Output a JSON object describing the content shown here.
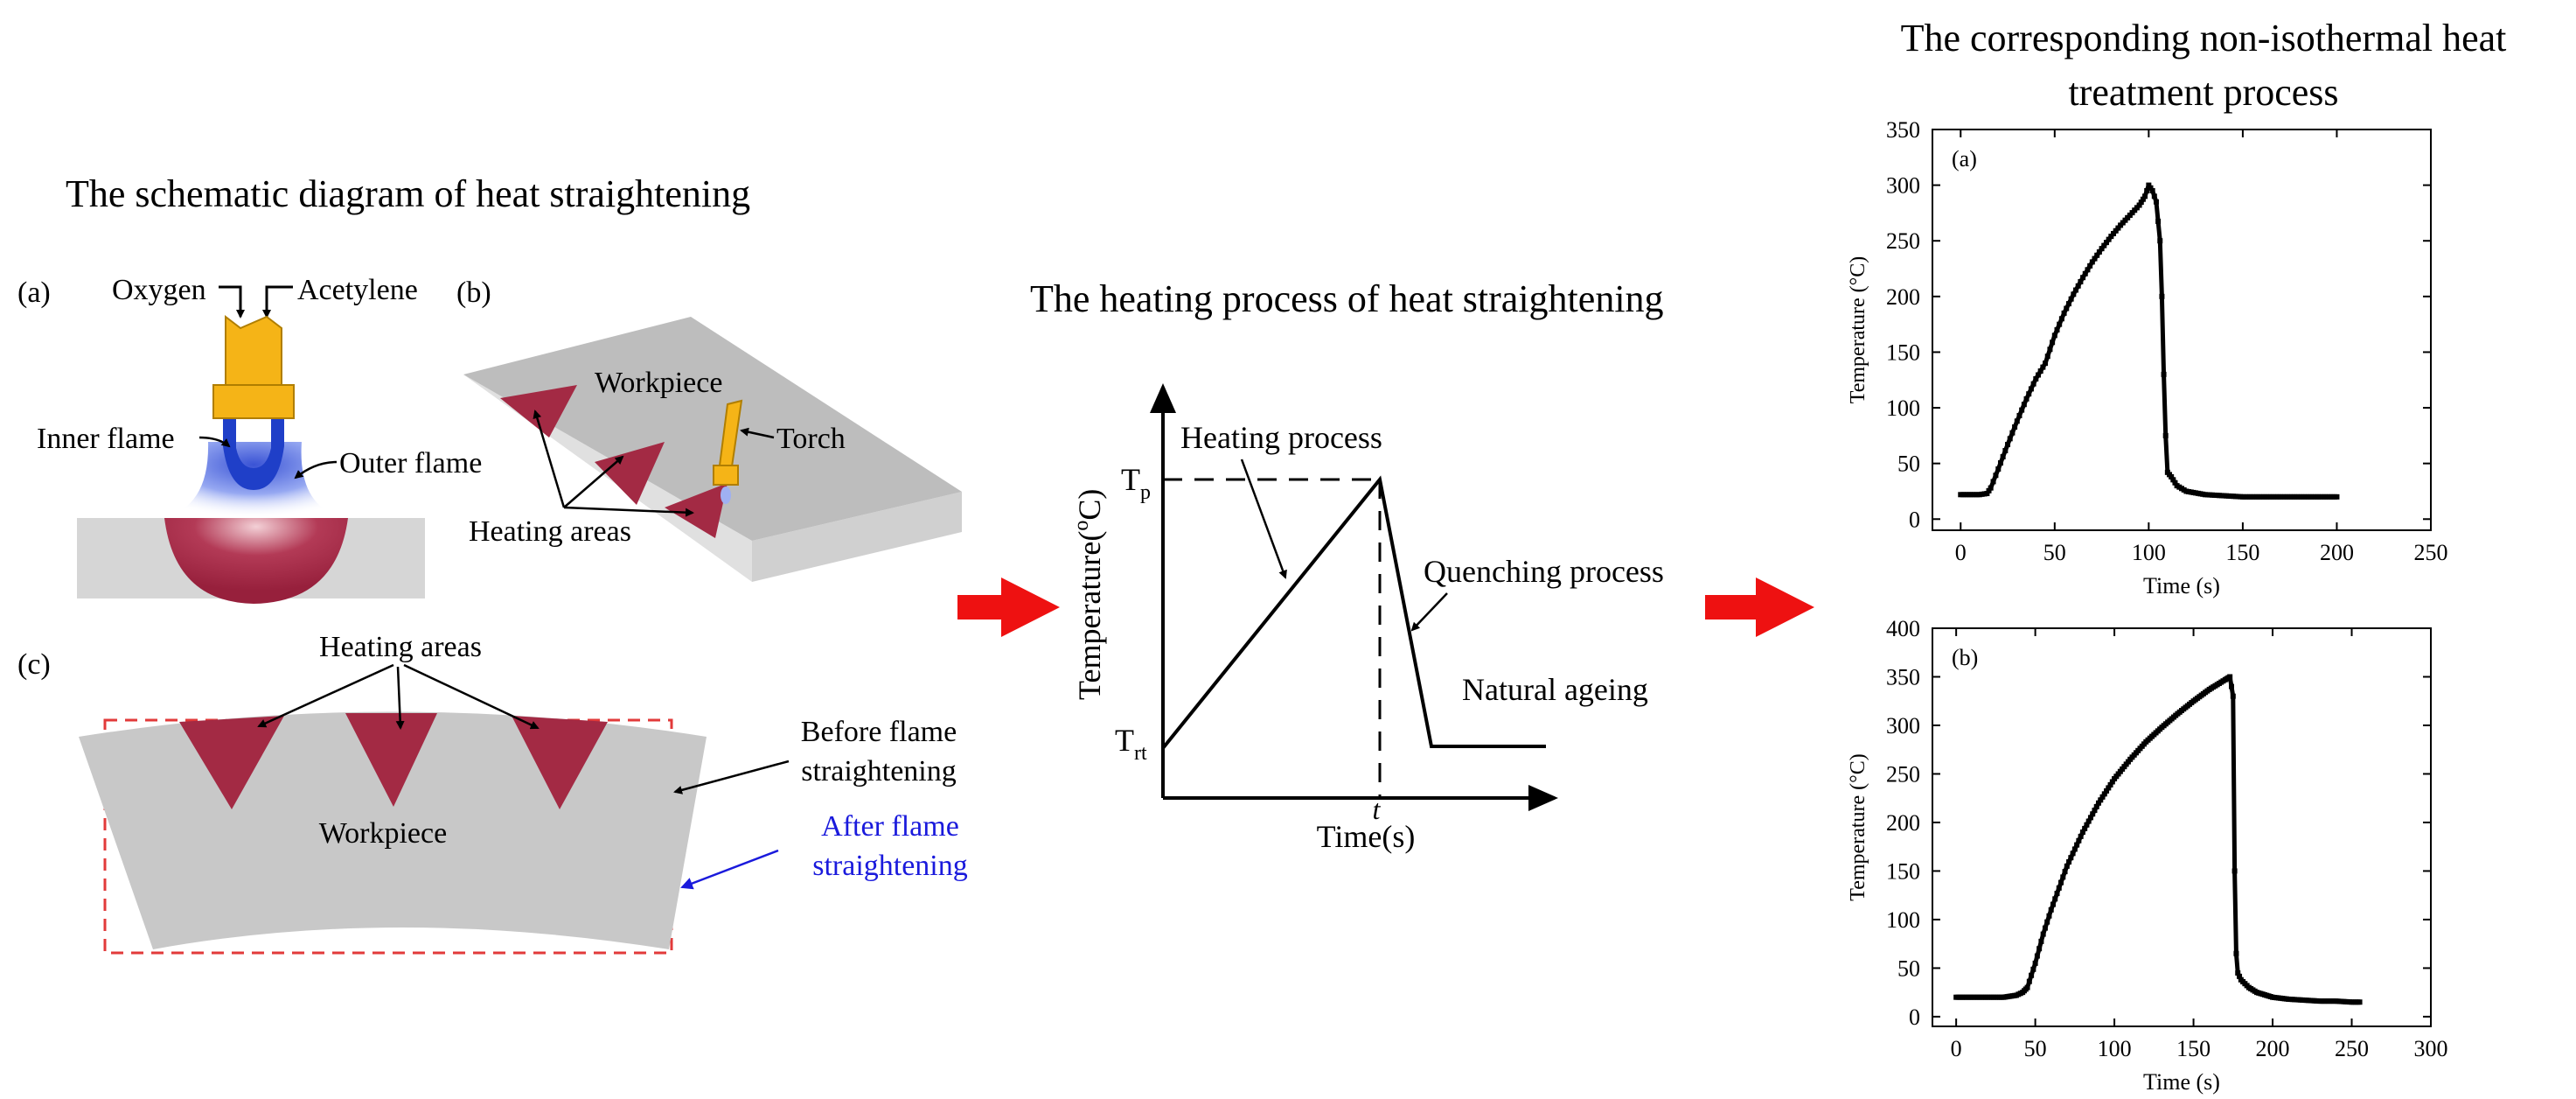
{
  "titles": {
    "schematic": "The schematic diagram of heat straightening",
    "heating": "The heating process of heat straightening",
    "treatment_line1": "The corresponding non-isothermal heat",
    "treatment_line2": "treatment process"
  },
  "panel_a": {
    "tag": "(a)",
    "oxygen": "Oxygen",
    "acetylene": "Acetylene",
    "inner_flame": "Inner flame",
    "outer_flame": "Outer flame"
  },
  "panel_b": {
    "tag": "(b)",
    "workpiece": "Workpiece",
    "torch": "Torch",
    "heating_areas": "Heating areas"
  },
  "panel_c": {
    "tag": "(c)",
    "heating_areas": "Heating areas",
    "workpiece": "Workpiece",
    "before_line1": "Before flame",
    "before_line2": "straightening",
    "after_line1": "After flame",
    "after_line2": "straightening"
  },
  "process": {
    "ylabel": "Temperature(",
    "ylabel_deg": "o",
    "ylabel_end": "C)",
    "xlabel": "Time(s)",
    "tp_main": "T",
    "tp_sub": "p",
    "trt_main": "T",
    "trt_sub": "rt",
    "t_mark": "t",
    "heating": "Heating process",
    "quenching": "Quenching process",
    "ageing": "Natural ageing"
  },
  "colors": {
    "heat_area": "#a32a44",
    "torch": "#f5b417",
    "flame_inner": "#1f3fc8",
    "workpiece": "#c8c8c8",
    "arrow": "#ee1111",
    "after": "#1a1adc",
    "dash_box": "#e23a3a"
  },
  "chart_data": [
    {
      "type": "scatter",
      "panel": "(a)",
      "xlabel": "Time (s)",
      "ylabel": "Temperature (°C)",
      "xlim": [
        -15,
        250
      ],
      "ylim": [
        -10,
        350
      ],
      "xticks": [
        0,
        50,
        100,
        150,
        200,
        250
      ],
      "yticks": [
        0,
        50,
        100,
        150,
        200,
        250,
        300,
        350
      ],
      "x": [
        0,
        5,
        10,
        14,
        16,
        20,
        25,
        30,
        35,
        40,
        45,
        50,
        55,
        60,
        65,
        70,
        75,
        80,
        85,
        90,
        95,
        98,
        100,
        102,
        104,
        106,
        107,
        108,
        109,
        110,
        112,
        115,
        120,
        130,
        140,
        150,
        160,
        170,
        180,
        190,
        200
      ],
      "y": [
        22,
        22,
        22,
        23,
        28,
        45,
        67,
        88,
        108,
        126,
        140,
        165,
        185,
        202,
        217,
        231,
        243,
        254,
        264,
        273,
        282,
        290,
        300,
        295,
        285,
        250,
        200,
        130,
        75,
        42,
        38,
        30,
        25,
        22,
        21,
        20,
        20,
        20,
        20,
        20,
        20
      ]
    },
    {
      "type": "scatter",
      "panel": "(b)",
      "xlabel": "Time (s)",
      "ylabel": "Temperature (°C)",
      "xlim": [
        -15,
        300
      ],
      "ylim": [
        -10,
        400
      ],
      "xticks": [
        0,
        50,
        100,
        150,
        200,
        250,
        300
      ],
      "yticks": [
        0,
        50,
        100,
        150,
        200,
        250,
        300,
        350,
        400
      ],
      "x": [
        0,
        10,
        20,
        30,
        38,
        42,
        45,
        50,
        55,
        60,
        70,
        80,
        90,
        100,
        110,
        120,
        130,
        140,
        150,
        160,
        170,
        173,
        175,
        176,
        177,
        178,
        180,
        185,
        190,
        200,
        210,
        220,
        230,
        240,
        250,
        255
      ],
      "y": [
        20,
        20,
        20,
        20,
        22,
        25,
        30,
        55,
        85,
        110,
        155,
        190,
        220,
        245,
        265,
        283,
        298,
        312,
        325,
        337,
        347,
        350,
        330,
        150,
        65,
        45,
        38,
        30,
        25,
        20,
        18,
        17,
        16,
        16,
        15,
        15
      ]
    }
  ]
}
